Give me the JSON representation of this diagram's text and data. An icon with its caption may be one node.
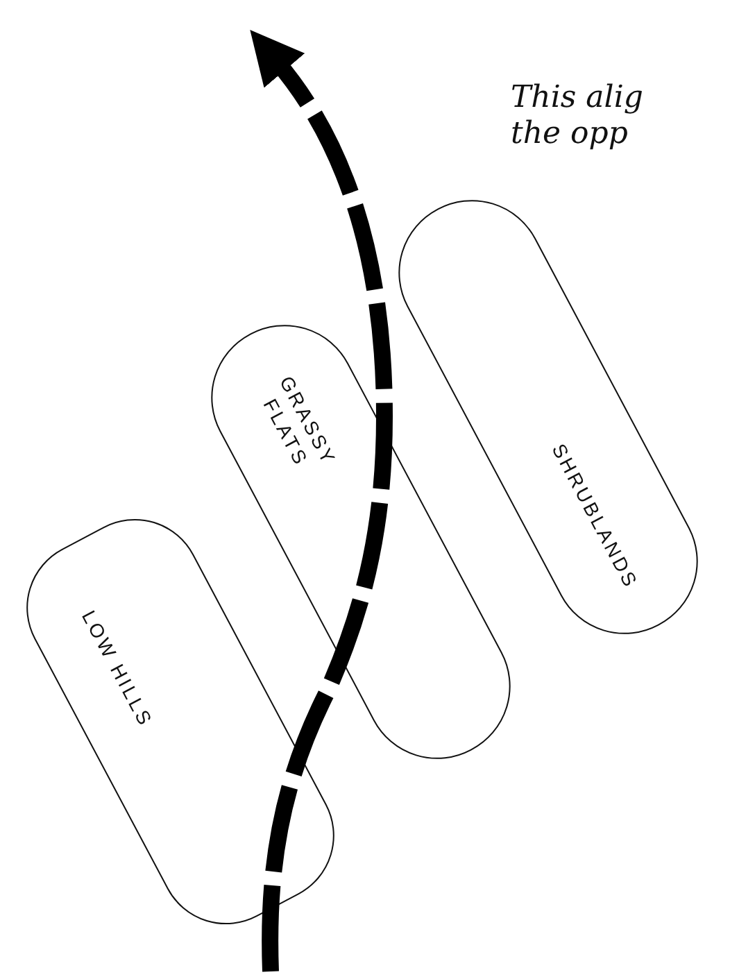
{
  "diagram": {
    "nodes": [
      {
        "text": [
          "SHRUBLANDS"
        ]
      },
      {
        "text": [
          "GRASSY FLATS"
        ]
      },
      {
        "text": [
          "LOW HILLS"
        ]
      }
    ],
    "labels": [
      "This alig the opp"
    ]
  }
}
